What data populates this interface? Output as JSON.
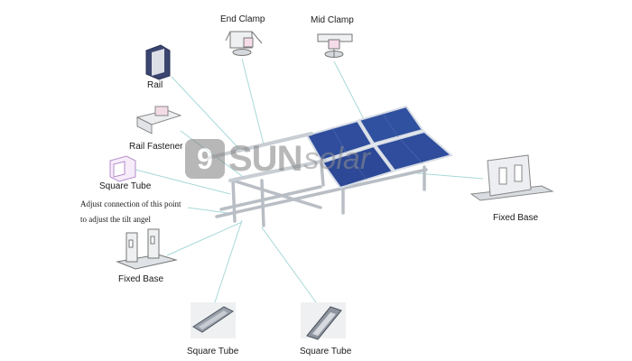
{
  "labels": {
    "end_clamp": "End Clamp",
    "mid_clamp": "Mid Clamp",
    "rail": "Rail",
    "rail_fastener": "Rail Fastener",
    "square_tube_top": "Square Tube",
    "adjust_note_line1": "Adjust connection of this point",
    "adjust_note_line2": "to adjust the tilt angel",
    "fixed_base_left": "Fixed Base",
    "fixed_base_right": "Fixed Base",
    "square_tube_bottom_left": "Square Tube",
    "square_tube_bottom_right": "Square Tube"
  },
  "watermark": {
    "logo_glyph": "9",
    "brand_bold": "SUN",
    "brand_light": "solar"
  },
  "colors": {
    "leader_line": "#a8d8d8",
    "panel_blue": "#2f4d9c",
    "frame_metal": "#c9ced4"
  }
}
